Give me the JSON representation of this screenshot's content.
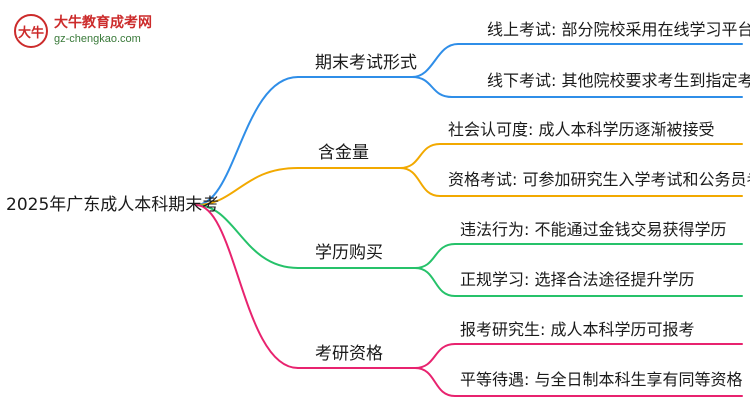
{
  "logo": {
    "name": "大牛教育成考网",
    "url": "gz-chengkao.com",
    "mark": "大牛"
  },
  "root": {
    "label": "2025年广东成人本科期末考"
  },
  "branches": [
    {
      "label": "期末考试形式",
      "color": "#2f8ee8",
      "leaves": [
        {
          "label": "线上考试: 部分院校采用在线学习平台"
        },
        {
          "label": "线下考试: 其他院校要求考生到指定考点"
        }
      ]
    },
    {
      "label": "含金量",
      "color": "#f2a900",
      "leaves": [
        {
          "label": "社会认可度: 成人本科学历逐渐被接受"
        },
        {
          "label": "资格考试: 可参加研究生入学考试和公务员考试"
        }
      ]
    },
    {
      "label": "学历购买",
      "color": "#26c26a",
      "leaves": [
        {
          "label": "违法行为: 不能通过金钱交易获得学历"
        },
        {
          "label": "正规学习: 选择合法途径提升学历"
        }
      ]
    },
    {
      "label": "考研资格",
      "color": "#e8236f",
      "leaves": [
        {
          "label": "报考研究生: 成人本科学历可报考"
        },
        {
          "label": "平等待遇: 与全日制本科生享有同等资格"
        }
      ]
    }
  ]
}
